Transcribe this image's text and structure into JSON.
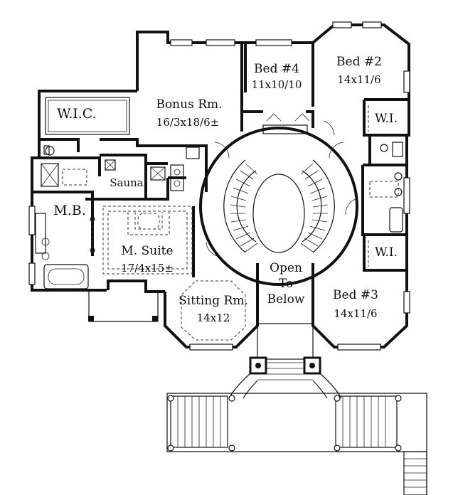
{
  "rooms": {
    "wic": {
      "name": "W.I.C."
    },
    "bonus": {
      "name": "Bonus Rm.",
      "size": "16/3x18/6±"
    },
    "bed4": {
      "name": "Bed #4",
      "size": "11x10/10"
    },
    "bed2": {
      "name": "Bed #2",
      "size": "14x11/6"
    },
    "wi_top": {
      "name": "W.I."
    },
    "sauna": {
      "name": "Sauna"
    },
    "mb": {
      "name": "M.B."
    },
    "msuite": {
      "name": "M. Suite",
      "size": "17/4x15±"
    },
    "open": {
      "line1": "Open",
      "line2": "To",
      "line3": "Below"
    },
    "wi_bottom": {
      "name": "W.I."
    },
    "sitting": {
      "name": "Sitting Rm.",
      "size": "14x12"
    },
    "bed3": {
      "name": "Bed #3",
      "size": "14x11/6"
    }
  }
}
